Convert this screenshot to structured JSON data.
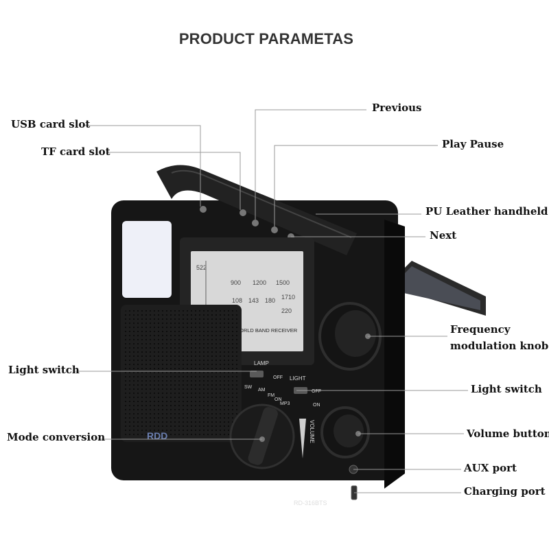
{
  "title": "PRODUCT PARAMETAS",
  "labels": {
    "usb_card_slot": "USB card slot",
    "tf_card_slot": "TF card slot",
    "previous": "Previous",
    "play_pause": "Play Pause",
    "pu_leather": "PU Leather handheld",
    "next": "Next",
    "frequency_knob": "Frequency modulation knob",
    "light_switch_left": "Light switch",
    "light_switch_right": "Light switch",
    "mode_conversion": "Mode conversion",
    "volume_button": "Volume button",
    "aux_port": "AUX port",
    "charging_port": "Charging port"
  },
  "device": {
    "dial_band_text": "MP3/FM/AM/SW WORLD BAND RECEIVER",
    "dial_row1": [
      "522",
      "900",
      "1200",
      "1500",
      "1710"
    ],
    "dial_row2": [
      "108",
      "143",
      "180",
      "220"
    ],
    "lamp_label": "LAMP",
    "light_label": "LIGHT",
    "off_label": "OFF",
    "on_label": "ON",
    "mode_labels": [
      "SW",
      "AM",
      "FM",
      "MP3"
    ],
    "volume_label": "VOLUME",
    "brand": "RDD",
    "model": "RD-316BTS"
  }
}
